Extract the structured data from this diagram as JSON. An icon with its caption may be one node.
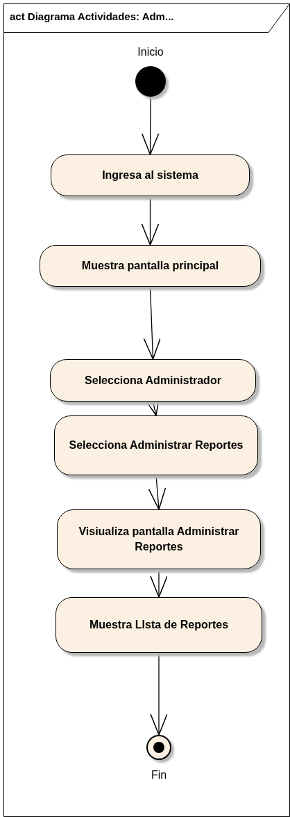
{
  "diagram": {
    "title": "act Diagrama Actividades: Adm...",
    "nodes": [
      {
        "text": [],
        "shape": "circle",
        "beside": [
          "Inicio"
        ]
      },
      {
        "text": [
          "Ingresa al sistema"
        ]
      },
      {
        "text": [
          "Muestra pantalla principal"
        ]
      },
      {
        "text": [
          "Selecciona Administrador"
        ]
      },
      {
        "text": [
          "Selecciona Administrar Reportes"
        ]
      },
      {
        "text": [
          "Visiualiza pantalla Administrar Reportes"
        ]
      },
      {
        "text": [
          "Muestra LIsta de Reportes"
        ]
      },
      {
        "text": [],
        "shape": "circle",
        "beside": [
          "Fin"
        ]
      }
    ],
    "edges": [
      {
        "from": 0,
        "to": 1,
        "arrow": "to"
      },
      {
        "from": 1,
        "to": 2,
        "arrow": "to"
      },
      {
        "from": 2,
        "to": 3,
        "arrow": "to"
      },
      {
        "from": 3,
        "to": 4,
        "arrow": "to"
      },
      {
        "from": 4,
        "to": 5,
        "arrow": "to"
      },
      {
        "from": 5,
        "to": 6,
        "arrow": "to"
      },
      {
        "from": 6,
        "to": 7,
        "arrow": "to"
      }
    ]
  }
}
